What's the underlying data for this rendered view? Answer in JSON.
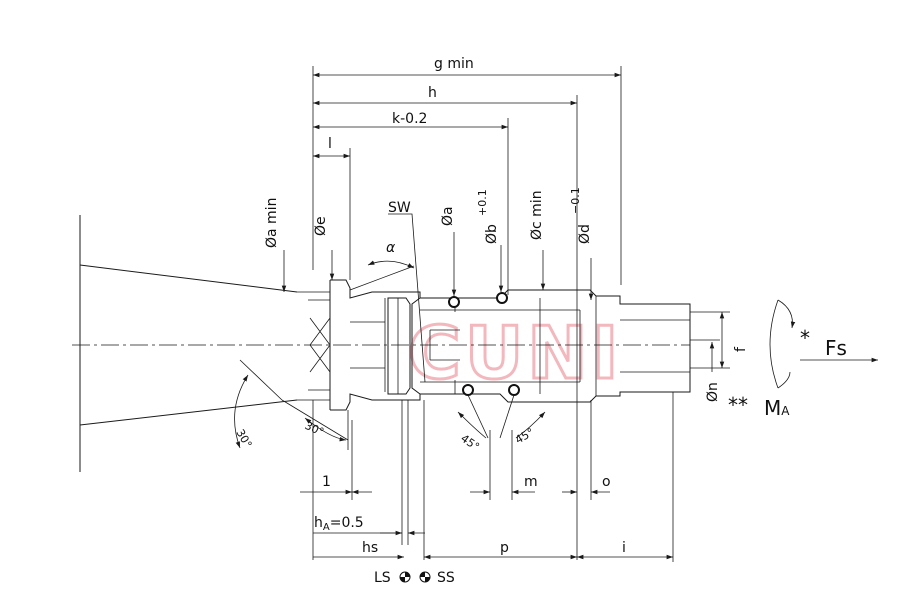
{
  "diagram": {
    "watermark": "CUNI",
    "dimensions": {
      "g_min": "g min",
      "h": "h",
      "k": "k-0.2",
      "l": "l",
      "a_min": "Øa min",
      "e": "Øe",
      "sw": "SW",
      "alpha": "α",
      "a": "Øa",
      "b": "Øb",
      "b_tol": "+0.1",
      "c_min": "Øc min",
      "d": "Ød",
      "d_tol": "−0.1",
      "f": "f",
      "n": "Øn",
      "angle_30a": "30°",
      "angle_30b": "30°",
      "angle_45a": "45°",
      "angle_45b": "45°",
      "one": "1",
      "m": "m",
      "o": "o",
      "hA_h": "h",
      "hA_sub": "A",
      "hA_val": "=0.5",
      "hs": "hs",
      "p": "p",
      "i": "i",
      "ls": "LS",
      "ss": "SS",
      "fs_star": "*",
      "fs": "Fs",
      "ma_star": "**",
      "ma": "M",
      "ma_sub": "A"
    }
  }
}
